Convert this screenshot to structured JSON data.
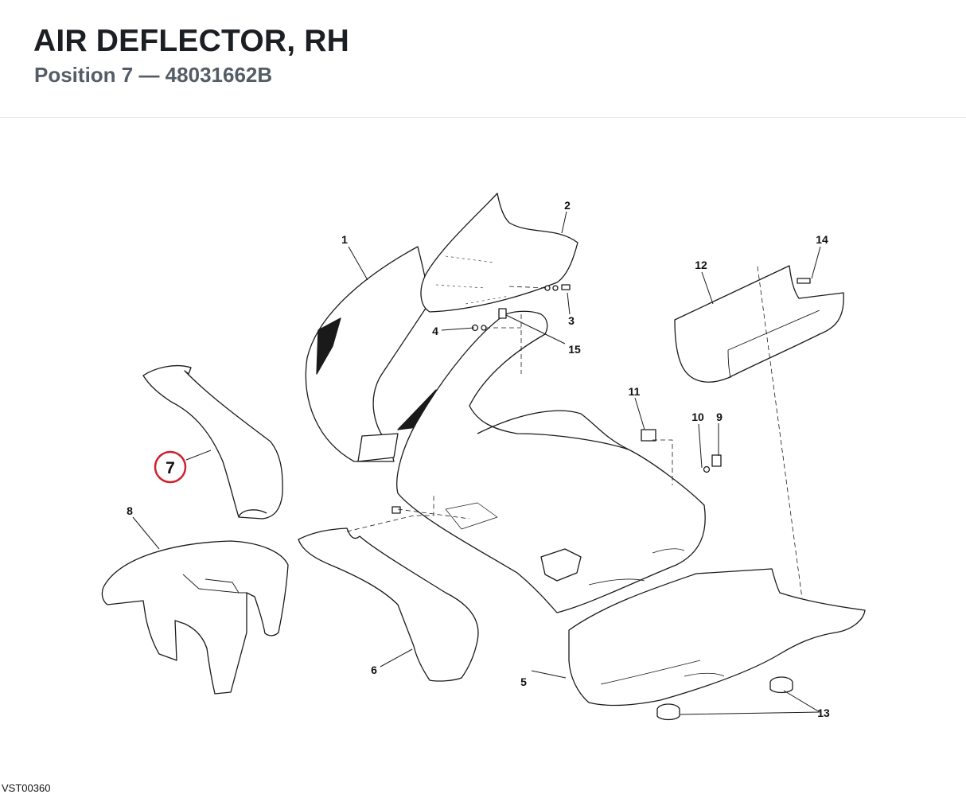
{
  "header": {
    "title": "AIR DEFLECTOR, RH",
    "subtitle": "Position 7 — 48031662B"
  },
  "diagram": {
    "highlighted_callout": "7",
    "highlight_color": "#d0202e",
    "callouts": {
      "c1": "1",
      "c2": "2",
      "c3": "3",
      "c4": "4",
      "c5": "5",
      "c6": "6",
      "c7": "7",
      "c8": "8",
      "c9": "9",
      "c10": "10",
      "c11": "11",
      "c12": "12",
      "c13": "13",
      "c14": "14",
      "c15": "15"
    }
  },
  "footer": {
    "drawing_code": "VST00360"
  }
}
